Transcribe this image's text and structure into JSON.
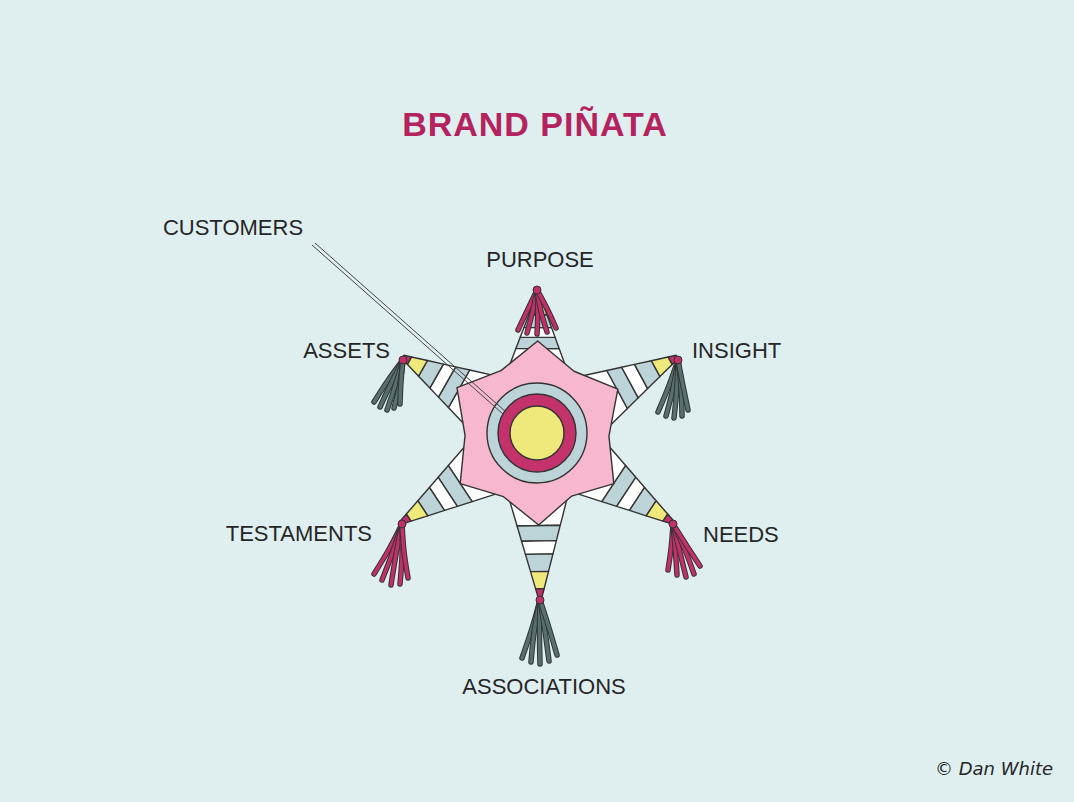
{
  "diagram": {
    "title": "BRAND PIÑATA",
    "labels": [
      "CUSTOMERS",
      "PURPOSE",
      "ASSETS",
      "INSIGHT",
      "TESTAMENTS",
      "NEEDS",
      "ASSOCIATIONS",
      "© Dan White"
    ]
  }
}
